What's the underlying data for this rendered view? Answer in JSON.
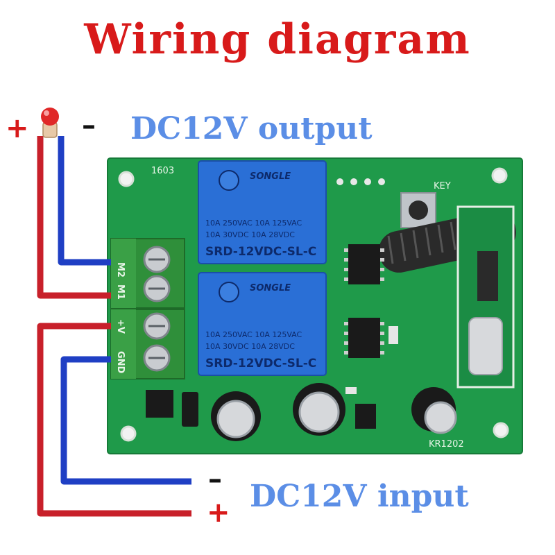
{
  "title": "Wiring diagram",
  "output": {
    "label": "DC12V output",
    "plus": "+",
    "minus": "–"
  },
  "input": {
    "label": "DC12V input",
    "plus": "+",
    "minus": "–"
  },
  "board": {
    "silk_top_left": "1603",
    "silk_key": "KEY",
    "silk_bottom_right": "KR1202",
    "terminals": [
      "M2",
      "M1",
      "+V",
      "GND"
    ],
    "relays": [
      {
        "brand": "SONGLE",
        "spec1": "10A 250VAC  10A 125VAC",
        "spec2": "10A 30VDC   10A 28VDC",
        "model": "SRD-12VDC-SL-C"
      },
      {
        "brand": "SONGLE",
        "spec1": "10A 250VAC  10A 125VAC",
        "spec2": "10A 30VDC   10A 28VDC",
        "model": "SRD-12VDC-SL-C"
      }
    ]
  },
  "colors": {
    "title": "#d81a1a",
    "label": "#5b8ee6",
    "wire_positive": "#c8202a",
    "wire_negative": "#1f3fc4",
    "pcb": "#1f9a4a",
    "relay": "#2a6fd6",
    "terminal": "#2f8f3a"
  }
}
